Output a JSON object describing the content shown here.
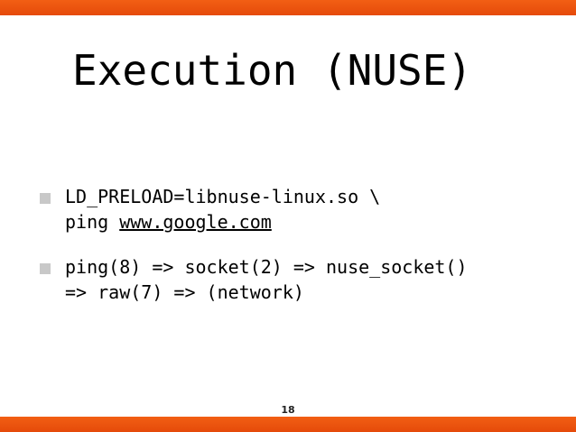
{
  "slide": {
    "title": "Execution (NUSE)",
    "bullets": [
      {
        "line1": "LD_PRELOAD=libnuse-linux.so \\",
        "line2_prefix": "ping ",
        "line2_link": "www.google.com"
      },
      {
        "line1": "ping(8) => socket(2) => nuse_socket()",
        "line2": "=> raw(7) => (network)"
      }
    ],
    "page_number": "18"
  },
  "colors": {
    "accent_bar": "#e54a0a",
    "bullet_marker": "#c8c8c8",
    "text": "#000000"
  }
}
